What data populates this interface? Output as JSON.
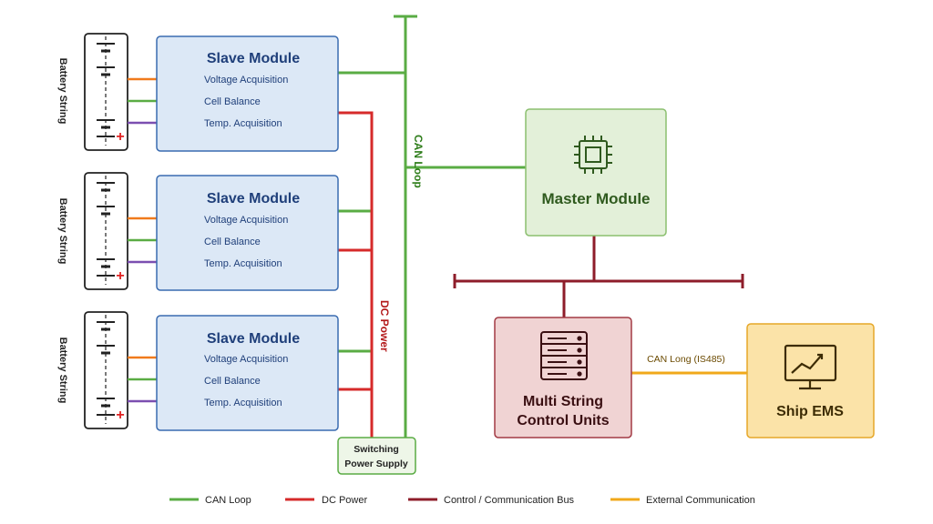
{
  "slave_modules": [
    {
      "title": "Slave Module",
      "items": [
        "Voltage Acquisition",
        "Cell Balance",
        "Temp. Acquisition"
      ],
      "battery_label": "Battery String"
    },
    {
      "title": "Slave Module",
      "items": [
        "Voltage Acquisition",
        "Cell Balance",
        "Temp. Acquisition"
      ],
      "battery_label": "Battery String"
    },
    {
      "title": "Slave Module",
      "items": [
        "Voltage Acquisition",
        "Cell Balance",
        "Temp. Acquisition"
      ],
      "battery_label": "Battery String"
    }
  ],
  "battery_terminal_symbol": "+",
  "master_module": {
    "title": "Master Module",
    "icon": "cpu-chip-icon"
  },
  "multi_string": {
    "title_lines": [
      "Multi String",
      "Control Units"
    ],
    "icon": "server-rack-icon"
  },
  "ship_ems": {
    "title": "Ship EMS",
    "icon": "monitor-chart-icon"
  },
  "power_supply": {
    "title_lines": [
      "Switching",
      "Power Supply"
    ]
  },
  "bus_labels": {
    "can_loop": "CAN Loop",
    "dc_power": "DC Power",
    "can_long": "CAN Long (IS485)"
  },
  "legend": [
    {
      "label": "CAN Loop",
      "color": "#5aac44"
    },
    {
      "label": "DC Power",
      "color": "#d62a2a"
    },
    {
      "label": "Control / Communication Bus",
      "color": "#8e1d2a"
    },
    {
      "label": "External Communication",
      "color": "#f1a81a"
    }
  ],
  "colors": {
    "can_loop": "#5aac44",
    "dc_power": "#d62a2a",
    "control_bus": "#8e1d2a",
    "external": "#f1a81a",
    "voltage_arrow": "#f07a1c",
    "balance_arrow": "#5aac44",
    "temp_arrow": "#7b4fb0",
    "slave_fill": "#dce8f6",
    "slave_border": "#3a6bb0",
    "master_fill": "#e3f0d9",
    "master_border": "#8bbf6f",
    "msc_fill": "#f0d3d3",
    "msc_border": "#a23a44",
    "ems_fill": "#fbe3a8",
    "ems_border": "#e6a728"
  }
}
